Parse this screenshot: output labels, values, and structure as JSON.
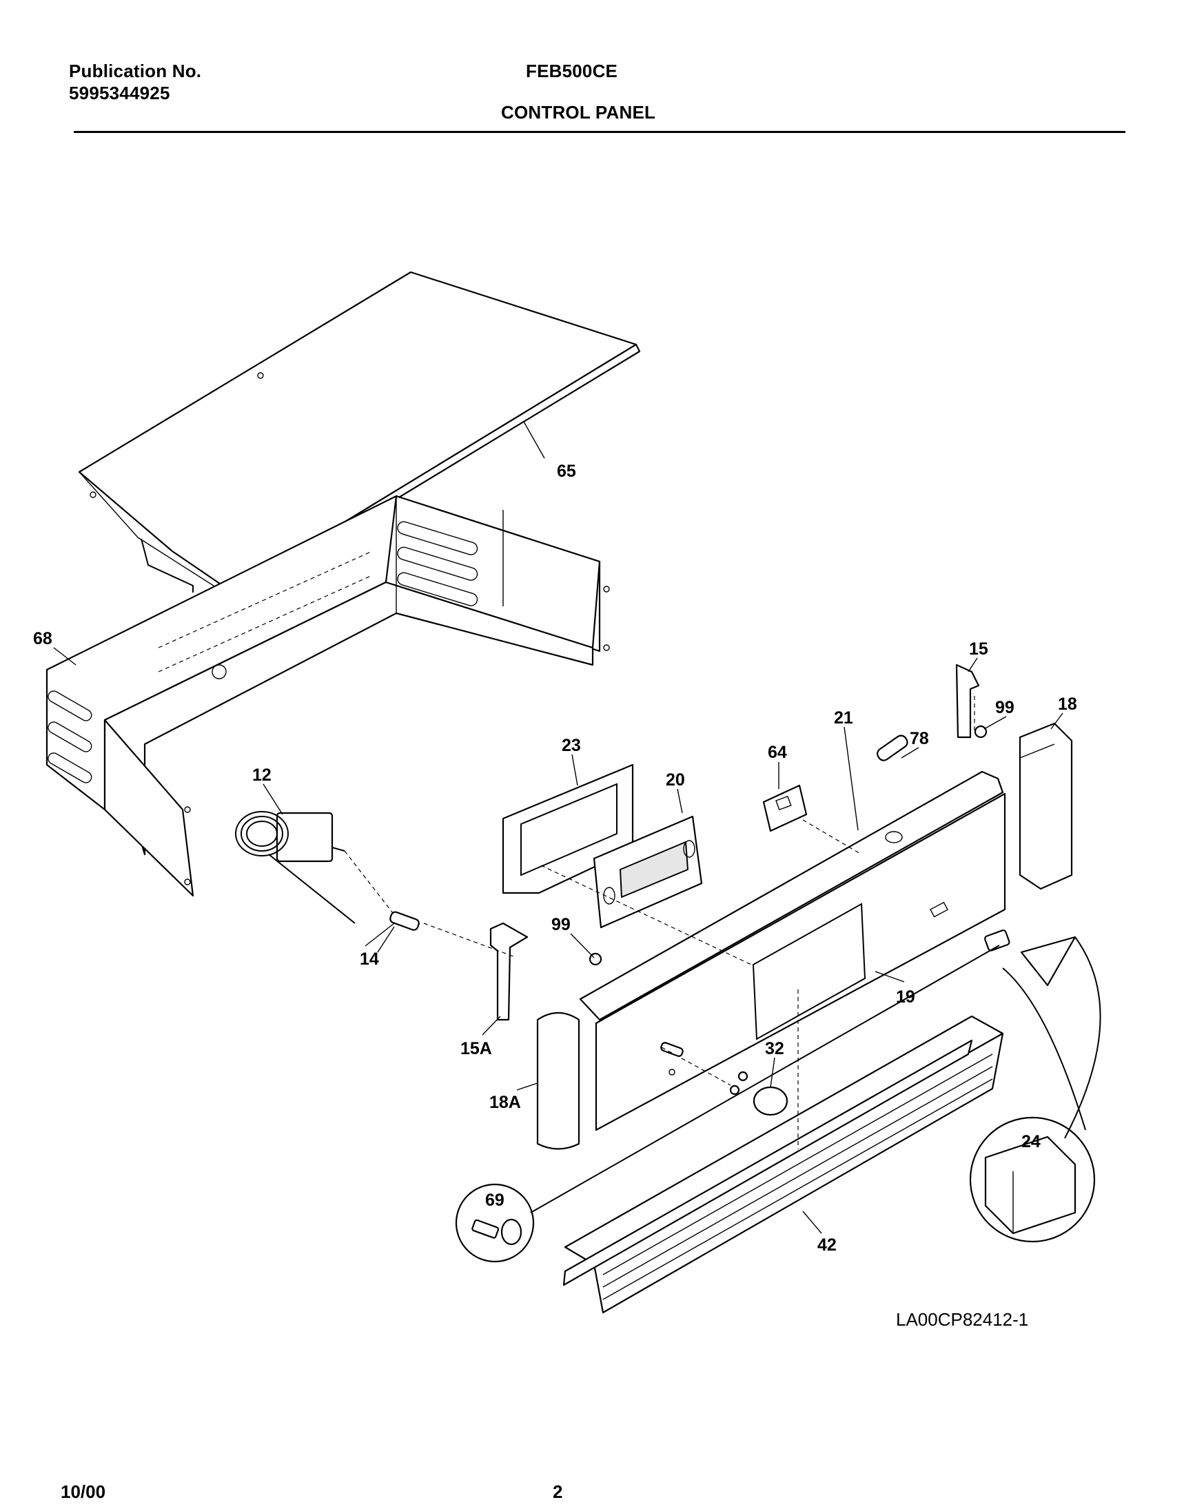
{
  "header": {
    "publication_label": "Publication No.",
    "publication_number": "5995344925",
    "model": "FEB500CE",
    "section_title": "CONTROL PANEL"
  },
  "diagram": {
    "part_callouts": [
      "65",
      "68",
      "12",
      "14",
      "15A",
      "18A",
      "23",
      "20",
      "99",
      "64",
      "21",
      "78",
      "15",
      "99",
      "18",
      "19",
      "32",
      "42",
      "69",
      "24"
    ],
    "drawing_code": "LA00CP82412-1"
  },
  "footer": {
    "date": "10/00",
    "page": "2"
  }
}
